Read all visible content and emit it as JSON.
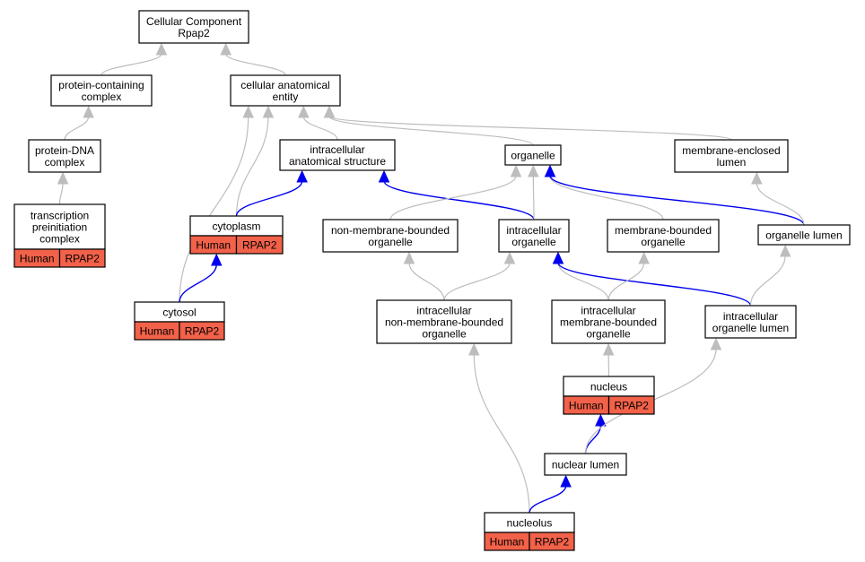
{
  "colors": {
    "node_fill": "#ffffff",
    "badge_fill": "#f26149",
    "edge_default": "#bdbdbd",
    "edge_highlight": "#0000ee"
  },
  "nodes": {
    "root": {
      "lines": [
        "Cellular Component",
        "Rpap2"
      ]
    },
    "protein_containing_complex": {
      "lines": [
        "protein-containing",
        "complex"
      ]
    },
    "cellular_anatomical_entity": {
      "lines": [
        "cellular anatomical",
        "entity"
      ]
    },
    "protein_dna_complex": {
      "lines": [
        "protein-DNA",
        "complex"
      ]
    },
    "transcription_preinitiation_complex": {
      "lines": [
        "transcription",
        "preinitiation",
        "complex"
      ],
      "badge": [
        "Human",
        "RPAP2"
      ]
    },
    "intracellular_anatomical_structure": {
      "lines": [
        "intracellular",
        "anatomical structure"
      ]
    },
    "organelle": {
      "lines": [
        "organelle"
      ]
    },
    "membrane_enclosed_lumen": {
      "lines": [
        "membrane-enclosed",
        "lumen"
      ]
    },
    "cytoplasm": {
      "lines": [
        "cytoplasm"
      ],
      "badge": [
        "Human",
        "RPAP2"
      ]
    },
    "non_membrane_bounded_organelle": {
      "lines": [
        "non-membrane-bounded",
        "organelle"
      ]
    },
    "intracellular_organelle": {
      "lines": [
        "intracellular",
        "organelle"
      ]
    },
    "membrane_bounded_organelle": {
      "lines": [
        "membrane-bounded",
        "organelle"
      ]
    },
    "organelle_lumen": {
      "lines": [
        "organelle lumen"
      ]
    },
    "cytosol": {
      "lines": [
        "cytosol"
      ],
      "badge": [
        "Human",
        "RPAP2"
      ]
    },
    "intracellular_non_membrane_bounded_organelle": {
      "lines": [
        "intracellular",
        "non-membrane-bounded",
        "organelle"
      ]
    },
    "intracellular_membrane_bounded_organelle": {
      "lines": [
        "intracellular",
        "membrane-bounded",
        "organelle"
      ]
    },
    "intracellular_organelle_lumen": {
      "lines": [
        "intracellular",
        "organelle lumen"
      ]
    },
    "nucleus": {
      "lines": [
        "nucleus"
      ],
      "badge": [
        "Human",
        "RPAP2"
      ]
    },
    "nuclear_lumen": {
      "lines": [
        "nuclear lumen"
      ]
    },
    "nucleolus": {
      "lines": [
        "nucleolus"
      ],
      "badge": [
        "Human",
        "RPAP2"
      ]
    }
  },
  "edges": [
    {
      "from": "protein_containing_complex",
      "to": "root",
      "highlight": false
    },
    {
      "from": "cellular_anatomical_entity",
      "to": "root",
      "highlight": false
    },
    {
      "from": "protein_dna_complex",
      "to": "protein_containing_complex",
      "highlight": false
    },
    {
      "from": "transcription_preinitiation_complex",
      "to": "protein_dna_complex",
      "highlight": false
    },
    {
      "from": "intracellular_anatomical_structure",
      "to": "cellular_anatomical_entity",
      "highlight": false
    },
    {
      "from": "organelle",
      "to": "cellular_anatomical_entity",
      "highlight": false
    },
    {
      "from": "membrane_enclosed_lumen",
      "to": "cellular_anatomical_entity",
      "highlight": false
    },
    {
      "from": "cytoplasm",
      "to": "cellular_anatomical_entity",
      "highlight": false
    },
    {
      "from": "cytosol",
      "to": "cellular_anatomical_entity",
      "highlight": false
    },
    {
      "from": "cytoplasm",
      "to": "intracellular_anatomical_structure",
      "highlight": true
    },
    {
      "from": "intracellular_organelle",
      "to": "intracellular_anatomical_structure",
      "highlight": true
    },
    {
      "from": "non_membrane_bounded_organelle",
      "to": "organelle",
      "highlight": false
    },
    {
      "from": "intracellular_organelle",
      "to": "organelle",
      "highlight": false
    },
    {
      "from": "membrane_bounded_organelle",
      "to": "organelle",
      "highlight": false
    },
    {
      "from": "organelle_lumen",
      "to": "organelle",
      "highlight": true
    },
    {
      "from": "organelle_lumen",
      "to": "membrane_enclosed_lumen",
      "highlight": false
    },
    {
      "from": "cytosol",
      "to": "cytoplasm",
      "highlight": true
    },
    {
      "from": "intracellular_non_membrane_bounded_organelle",
      "to": "non_membrane_bounded_organelle",
      "highlight": false
    },
    {
      "from": "intracellular_non_membrane_bounded_organelle",
      "to": "intracellular_organelle",
      "highlight": false
    },
    {
      "from": "intracellular_membrane_bounded_organelle",
      "to": "intracellular_organelle",
      "highlight": false
    },
    {
      "from": "intracellular_organelle_lumen",
      "to": "intracellular_organelle",
      "highlight": true
    },
    {
      "from": "intracellular_membrane_bounded_organelle",
      "to": "membrane_bounded_organelle",
      "highlight": false
    },
    {
      "from": "intracellular_organelle_lumen",
      "to": "organelle_lumen",
      "highlight": false
    },
    {
      "from": "nucleus",
      "to": "intracellular_membrane_bounded_organelle",
      "highlight": false
    },
    {
      "from": "nuclear_lumen",
      "to": "nucleus",
      "highlight": true
    },
    {
      "from": "nuclear_lumen",
      "to": "intracellular_organelle_lumen",
      "highlight": false
    },
    {
      "from": "nucleolus",
      "to": "intracellular_non_membrane_bounded_organelle",
      "highlight": false
    },
    {
      "from": "nucleolus",
      "to": "nuclear_lumen",
      "highlight": true
    }
  ]
}
